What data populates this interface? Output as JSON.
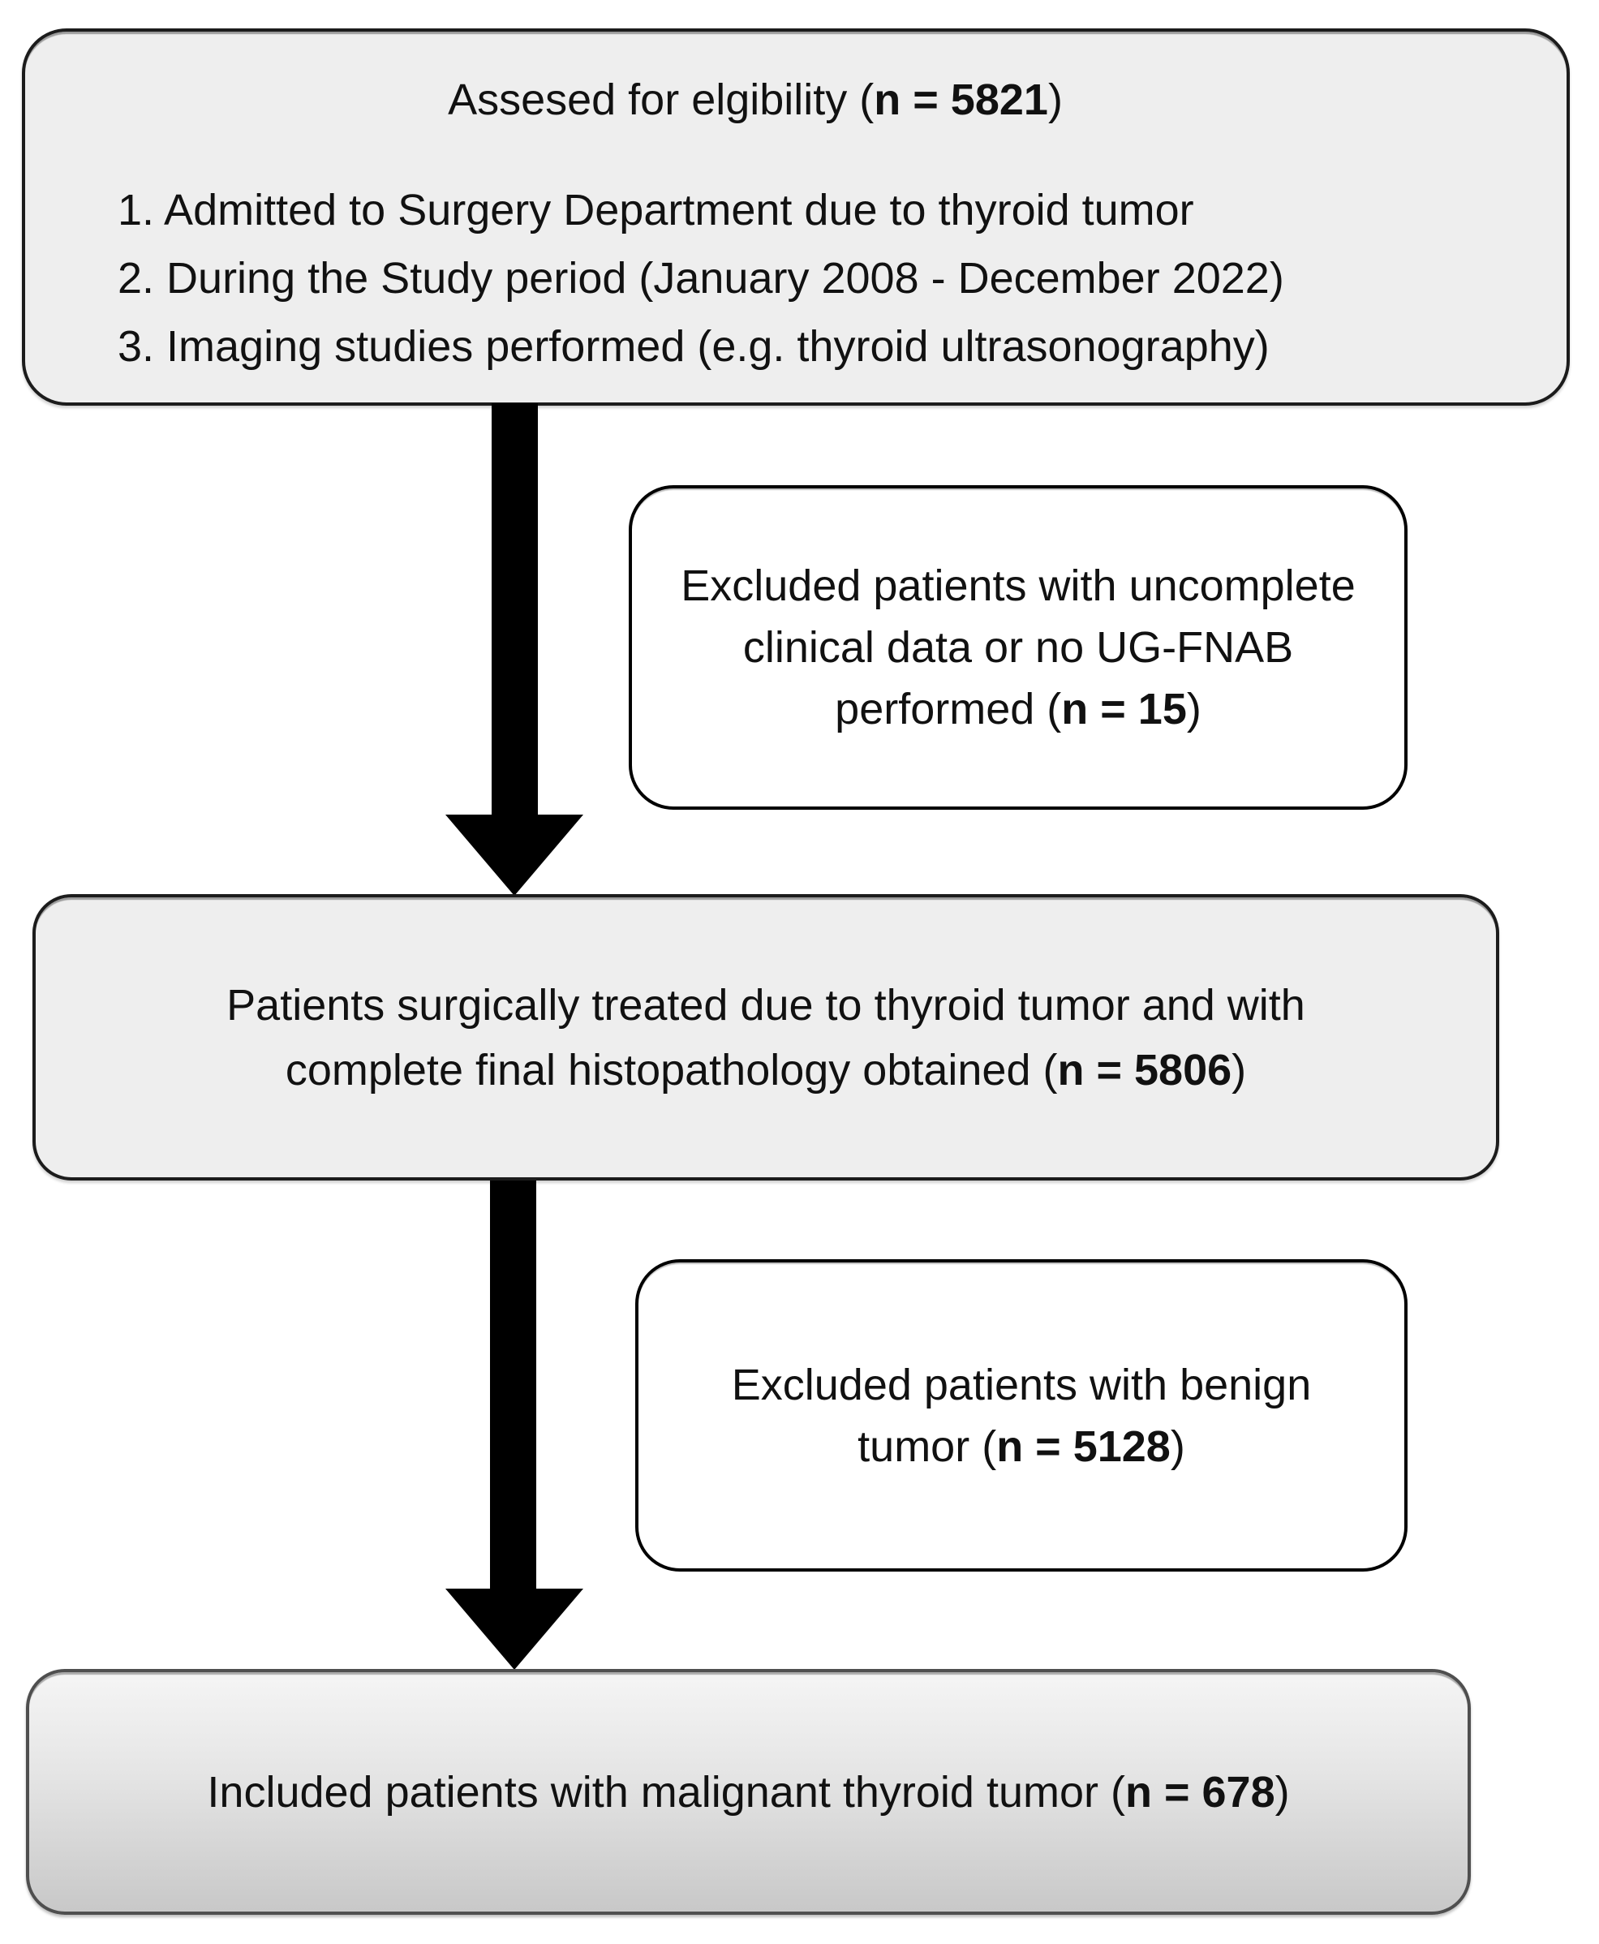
{
  "figure": {
    "boxes": {
      "eligibility": {
        "title_before": "Assesed for elgibility (",
        "title_n": "n = 5821",
        "title_after": ")",
        "criteria": [
          "1. Admitted to Surgery Department due to thyroid tumor",
          "2. During the Study period (January 2008 - December 2022)",
          "3. Imaging studies performed (e.g. thyroid ultrasonography)"
        ]
      },
      "excluded_incomplete": {
        "text_before": "Excluded patients with uncomplete\nclinical data or no UG-FNAB\nperformed (",
        "n": "n = 15",
        "text_after": ")"
      },
      "surgically_treated": {
        "text_before": "Patients surgically treated due to thyroid tumor and with\ncomplete final histopathology obtained (",
        "n": "n = 5806",
        "text_after": ")"
      },
      "excluded_benign": {
        "text_before": "Excluded patients with benign\ntumor (",
        "n": "n = 5128",
        "text_after": ")"
      },
      "included": {
        "text_before": "Included patients with malignant thyroid tumor (",
        "n": "n = 678",
        "text_after": ")"
      }
    },
    "colors": {
      "main_box_fill": "#eeeeee",
      "exclusion_box_fill": "#ffffff",
      "border": "#1c1c1c",
      "arrow": "#000000",
      "included_gradient_top": "#f5f5f5",
      "included_gradient_bottom": "#c8c8c8"
    }
  }
}
